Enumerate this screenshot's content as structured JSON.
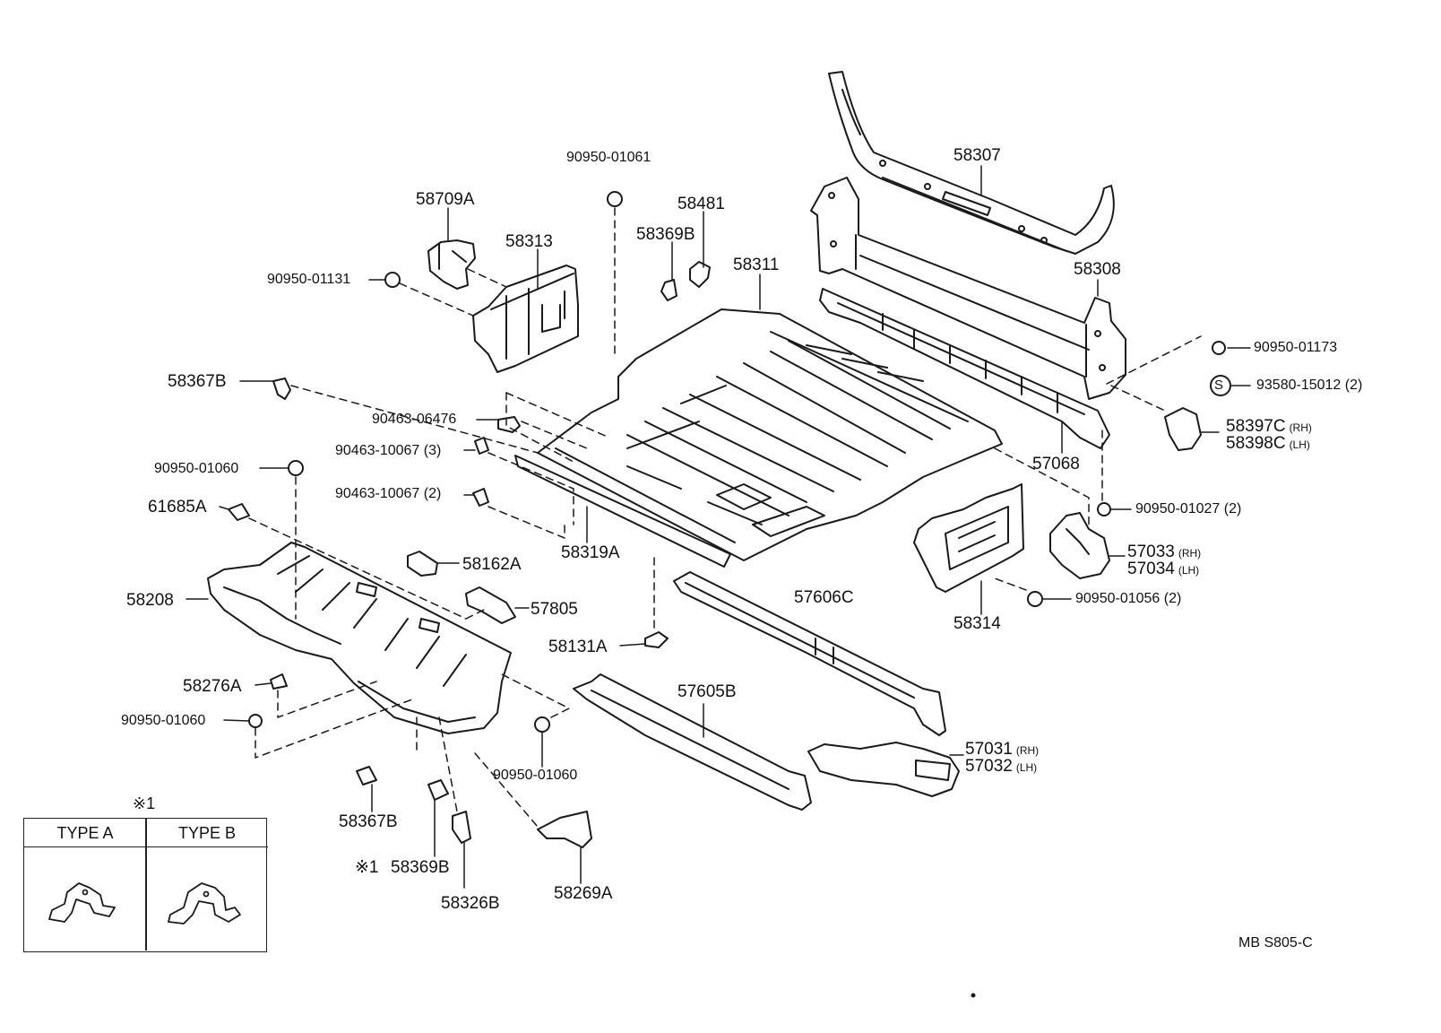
{
  "labels": {
    "p58307": "58307",
    "p90950_01061": "90950-01061",
    "p58709A": "58709A",
    "p58481": "58481",
    "p58313": "58313",
    "p58369B_top": "58369B",
    "p58311": "58311",
    "p58308": "58308",
    "p90950_01131": "90950-01131",
    "p90950_01173": "90950-01173",
    "p58367B_top": "58367B",
    "p93580": "93580-15012 (2)",
    "s_mark": "S",
    "p90463_06476": "90463-06476",
    "p58397C": "58397C",
    "p58398C": "58398C",
    "rh1": "(RH)",
    "lh1": "(LH)",
    "p90463_10067_3": "90463-10067 (3)",
    "p57068": "57068",
    "p90950_01060_a": "90950-01060",
    "p90463_10067_2": "90463-10067 (2)",
    "p90950_01027": "90950-01027 (2)",
    "p61685A": "61685A",
    "p58319A": "58319A",
    "p57033": "57033",
    "p57034": "57034",
    "rh2": "(RH)",
    "lh2": "(LH)",
    "p58162A": "58162A",
    "p58208": "58208",
    "p57606C": "57606C",
    "p90950_01056": "90950-01056 (2)",
    "p57805": "57805",
    "p58314": "58314",
    "p58131A": "58131A",
    "p58276A": "58276A",
    "p57605B": "57605B",
    "p90950_01060_b": "90950-01060",
    "p57031": "57031",
    "p57032": "57032",
    "rh3": "(RH)",
    "lh3": "(LH)",
    "p90950_01060_c": "90950-01060",
    "note_mark_box": "※1",
    "p58367B_bot": "58367B",
    "note_mark_label": "※1",
    "p58369B_bot": "58369B",
    "p58326B": "58326B",
    "p58269A": "58269A",
    "type_a": "TYPE  A",
    "type_b": "TYPE  B",
    "drawing_code": "MB  S805-C"
  }
}
